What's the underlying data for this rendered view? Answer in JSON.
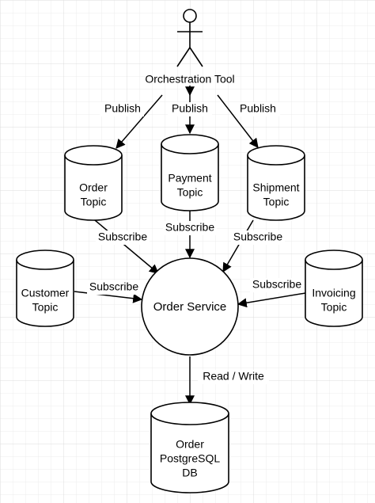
{
  "actor": {
    "name": "Orchestration Tool",
    "icon": "stick-figure-icon"
  },
  "service": {
    "label": "Order Service"
  },
  "topics": [
    {
      "id": "order",
      "lines": [
        "Order",
        "Topic"
      ]
    },
    {
      "id": "payment",
      "lines": [
        "Payment",
        "Topic"
      ]
    },
    {
      "id": "shipment",
      "lines": [
        "Shipment",
        "Topic"
      ]
    },
    {
      "id": "customer",
      "lines": [
        "Customer",
        "Topic"
      ]
    },
    {
      "id": "invoicing",
      "lines": [
        "Invoicing",
        "Topic"
      ]
    }
  ],
  "database": {
    "lines": [
      "Order",
      "PostgreSQL",
      "DB"
    ]
  },
  "edges": {
    "publish_order": "Publish",
    "publish_payment": "Publish",
    "publish_shipment": "Publish",
    "subscribe_order": "Subscribe",
    "subscribe_payment": "Subscribe",
    "subscribe_shipment": "Subscribe",
    "subscribe_customer": "Subscribe",
    "subscribe_invoicing": "Subscribe",
    "read_write": "Read / Write"
  },
  "colors": {
    "stroke": "#000000",
    "fill": "#ffffff",
    "grid": "#e3e3e3"
  }
}
